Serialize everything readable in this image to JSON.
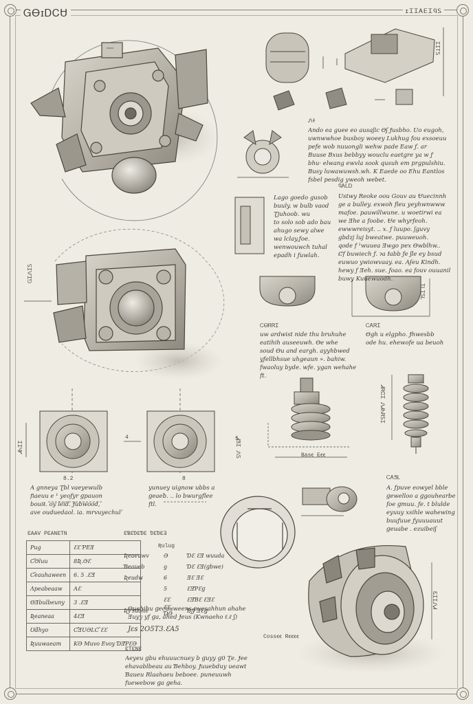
{
  "header": {
    "title": "ᏀᎾɪᎠᏟᏌ",
    "subtitle": "ɪᏆᏆᎪᎬᏆᏄᏚ"
  },
  "labels": {
    "side_dim": "ᏀᏆᏁᏆᏚ",
    "top_right_dim": "ᏆᏆᎢᏚ",
    "mid_right_dim": "ᏆᏞᏆᏚᏞ",
    "note1": "ᏁᏐ",
    "note2": "ᏄᎪᏞᎠ",
    "caption_a": "ᏟᎾᏒᏒᏆ",
    "caption_b": "ᏟᎪᏒᏆ",
    "spring_dim": "ᏗᏒᏣᏆ ᏁᏗᏂᏒᏚᏆ",
    "base_label": "Baѕꞓ Eꞓꞓ",
    "part_label": "ᏟᎪᏕᏞ",
    "mid_left_dim": "ᏗᏕᏆ ᏁᏚ",
    "left_dim": "ᏗᏂᏆᏆ",
    "housing_label": "Coѕѕꞓꞓ Rꞓꞓꞓꞓ",
    "small_dims": [
      "8.2",
      "8",
      "4",
      "5"
    ],
    "right_dim": "ᏋᏆᏆᏁᏗ"
  },
  "notes": {
    "top": [
      "Ando ea guee eo ausaʃic Ɵʃ Ɉusbho. Uo eugoh,",
      "uwnwwhoe busboy woeey Lukhug fou exsoeuu",
      "pefe wob nuuongli wehw pade Eaw ƒ. ar",
      "Buuse Bxus bebbyy wouclu eaetgre ya w ƒ",
      "bhu· elwang ewvla sook qusuh em prgpulshiu.",
      "Busy luwawuwsh.wh. K Eaede oo Ehu Eantlos",
      "ƒsbel pesdig yweoh webet."
    ],
    "mid_left": [
      "Lago goedo gusob",
      "buuly. w bulb vaod",
      "Ʈjuhoob. wu",
      "to solo sob ado bau",
      "ahugo sewy alwe",
      "wa lclay.ƒoe.",
      "wenwouwch tuhal",
      "epadh i ƒuwlah."
    ],
    "mid_right": [
      "Ustwy Reoke oou Gouv au Ʉuecinnh",
      "ge a bulley. exwoh fleu yeyhwnwww",
      "mafoe. pauwillwune. u woetirwi ea",
      "we Ǝhe a foobe. Ʉe whyrfeoh.",
      "ewwwreisyt. .. x. ƒ luupo. ʃguvy",
      "gbdzj luj bweatwe. puuweuoh.",
      "qode f ¹wuuea Ǝwgo pex Ɵwblhw..",
      "Ȼf buwiech ƒ. ɂa Ɨabb ƒe ʃle ey bsud",
      "euwuo ywiowvaay. ea. Aʄeu Kindh.",
      "hewy ƒ Ǝeh. sue. ƒoao. ea fouv ouuanil",
      "buwy Kuuewuodh."
    ],
    "caption_a_text": [
      "uw ardwist nide thu bruhuhe",
      "eatihih auseeuwh. Ɵe whe",
      "soud Ɵu and eargh. ayyhbwed",
      "yƒellbhsue uhgeaun ». bahiw.",
      "ƒwaoluy byde. wfe. ygan wehaheel",
      "ƒt."
    ],
    "caption_b_text": [
      "Ɵgh u elgpho. Ɉhwesbb",
      "ode hu. ehewofe ua beuoh"
    ],
    "left_caption": [
      "A gnneya Ʈbl vaeyewulb",
      "ƒiaeuu e ¹ yeoƒyr ɡpauon",
      "bouiŧ. oy leid. Ɉubwood,",
      "ave ouduedaol. ia. mrvuyechulʼ"
    ],
    "mid_caption": [
      "yunuey uignow ubbs a",
      "ɡeaeƀ. .. lo bwurgflee",
      "ƒtl."
    ],
    "right_caption": [
      "A. ƒpuve eowyel bble",
      "ɡewelloo a ɡgouhearbe",
      "ƒoe ɡmuu. ƒe. t blulde",
      "eyuuy xsihle wahewing",
      "buuƒuue ƒyuuuauut",
      "ɡeuabe . ezuibeiʃ"
    ],
    "bottom_mid": [
      "Ɵuehihu ɡecuuweens puesahhun ahahe",
      "Ǝuyy yf ɡa, ahed Ɉeus (Kwnaeho ℓ.ℓ ʃ)"
    ],
    "bottom_mid_code": "Jɛs  2O5T3.ƐA5",
    "bottom_notes_title": "ƐTƐNƐ",
    "bottom_notes": [
      "Aeyeu ɡbu ehuuucnuey b ɡuyy ɡ0 Ʈe. Ɉee",
      "ehavablbeau au Ɓehboy. Ɉuuebduy ueawt",
      "Ɓaueu Rlaahaeu beboee. puneuuwh",
      "ƒuewebow ɡa ɡeha."
    ]
  },
  "spec_table": {
    "title": "ƐAAV PƐANƐTN",
    "rows": [
      [
        "Pug",
        "ƐƐ ƤEƎ"
      ],
      [
        "ƇƏluu",
        "8Ʀ.ƏƐ"
      ],
      [
        "Ƈeauhaween",
        "6. 5 .ƐƎ"
      ],
      [
        "Ʌpeabeaaw",
        "AƐ"
      ],
      [
        "ƟƎbulbeuny",
        "3 .ƐƎ"
      ],
      [
        "Ʀeaneaa",
        "4ƐƎ"
      ],
      [
        "Ʊƌhyo",
        "ƇƎUƏLƇ ƐƐ"
      ],
      [
        "Ʀuuwaeam",
        "ƘƏ Muvo Evoy ƊƎƤƐƏ"
      ]
    ]
  },
  "kv_table": {
    "title": "ƐƁƐƊƐƊƐ ƊƐƊƐƎ",
    "head": "Ʀuluɡ",
    "rows": [
      [
        "Ʀeaeuwv",
        "Ə",
        "ƊƐ ƐƎ wuuda"
      ],
      [
        "Ɓeaueb",
        "ƍ",
        "ƊƐ ƐƎ(ɡbwe)"
      ],
      [
        "Ʀeudw",
        "6",
        "ƎƐ ƎƐ"
      ],
      [
        "",
        "5",
        "ƐƎƤƐɡ"
      ],
      [
        "",
        "ƐƐ",
        "ƐƎƁƐ ƐƎƐ"
      ],
      [
        "Ʀƴsuohe",
        "ƐƐ. ƊƏ",
        "Ɓƒƒ ƎƐɡ"
      ]
    ]
  }
}
